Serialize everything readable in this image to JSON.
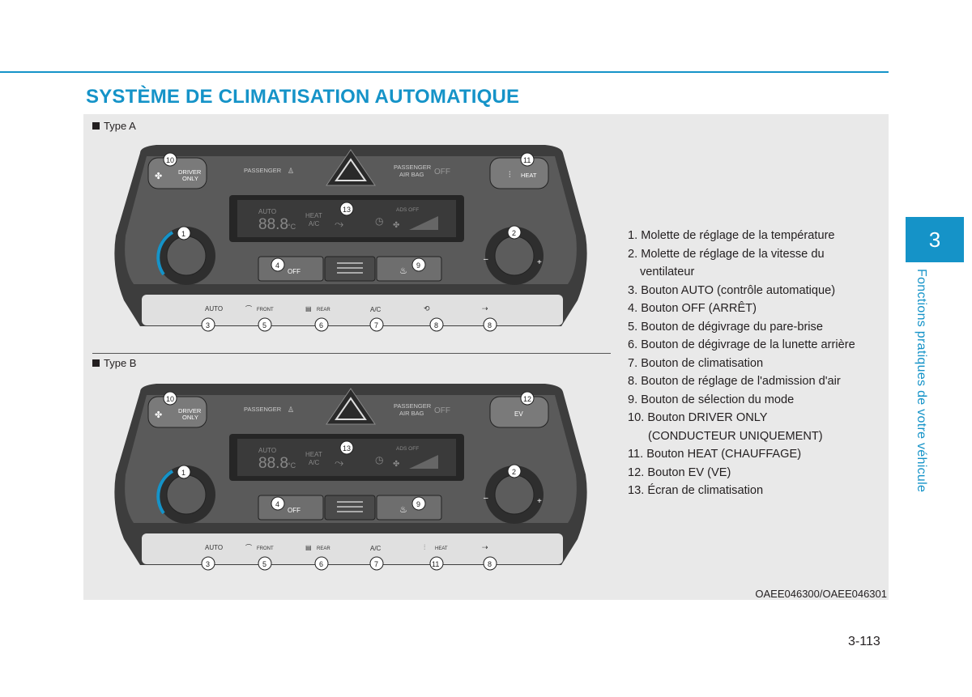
{
  "header": {
    "title": "SYSTÈME DE CLIMATISATION AUTOMATIQUE"
  },
  "figure": {
    "type_a_label": "Type A",
    "type_b_label": "Type B",
    "code": "OAEE046300/OAEE046301",
    "panel_a": {
      "passenger": "PASSENGER",
      "airbag_line1": "PASSENGER",
      "airbag_line2": "AIR BAG",
      "airbag_off": "OFF",
      "driver_line1": "DRIVER",
      "driver_line2": "ONLY",
      "top_right_button": "HEAT",
      "display_auto": "AUTO",
      "display_temp": "88.8",
      "display_unit": "°C",
      "display_heat": "HEAT",
      "display_ac": "A/C",
      "display_ads": "ADS OFF",
      "off_label": "OFF",
      "bottom_buttons": [
        "AUTO",
        "FRONT",
        "REAR",
        "A/C",
        "",
        ""
      ],
      "callouts": {
        "c1": "1",
        "c2": "2",
        "c4": "4",
        "c9": "9",
        "c10": "10",
        "c11": "11",
        "c13": "13",
        "bottom": [
          "3",
          "5",
          "6",
          "7",
          "8",
          "8"
        ]
      }
    },
    "panel_b": {
      "passenger": "PASSENGER",
      "airbag_line1": "PASSENGER",
      "airbag_line2": "AIR BAG",
      "airbag_off": "OFF",
      "driver_line1": "DRIVER",
      "driver_line2": "ONLY",
      "top_right_button": "EV",
      "display_auto": "AUTO",
      "display_temp": "88.8",
      "display_unit": "°C",
      "display_heat": "HEAT",
      "display_ac": "A/C",
      "display_ads": "ADS OFF",
      "off_label": "OFF",
      "bottom_buttons": [
        "AUTO",
        "FRONT",
        "REAR",
        "A/C",
        "HEAT",
        ""
      ],
      "callouts": {
        "c1": "1",
        "c2": "2",
        "c4": "4",
        "c9": "9",
        "c10": "10",
        "c11": "12",
        "c13": "13",
        "bottom": [
          "3",
          "5",
          "6",
          "7",
          "11",
          "8"
        ]
      }
    },
    "legend": [
      {
        "line1": "1. Molette de réglage de la température",
        "line2": ""
      },
      {
        "line1": "2. Molette de réglage de la vitesse du",
        "line2": "ventilateur"
      },
      {
        "line1": "3. Bouton AUTO (contrôle automatique)",
        "line2": ""
      },
      {
        "line1": "4. Bouton OFF (ARRÊT)",
        "line2": ""
      },
      {
        "line1": "5. Bouton de dégivrage du pare-brise",
        "line2": ""
      },
      {
        "line1": "6. Bouton de dégivrage de la lunette arrière",
        "line2": ""
      },
      {
        "line1": "7. Bouton de climatisation",
        "line2": ""
      },
      {
        "line1": "8. Bouton de réglage de l'admission d'air",
        "line2": ""
      },
      {
        "line1": "9. Bouton de sélection du mode",
        "line2": ""
      },
      {
        "line1": "10. Bouton DRIVER ONLY",
        "line2": "(CONDUCTEUR UNIQUEMENT)"
      },
      {
        "line1": "11. Bouton HEAT (CHAUFFAGE)",
        "line2": ""
      },
      {
        "line1": "12. Bouton EV (VE)",
        "line2": ""
      },
      {
        "line1": "13. Écran de climatisation",
        "line2": ""
      }
    ]
  },
  "sidebar": {
    "chapter": "3",
    "chapter_title": "Fonctions pratiques de votre véhicule"
  },
  "footer": {
    "page_number": "3-113"
  },
  "colors": {
    "accent": "#1593c8",
    "panel_dark": "#4a4a4a",
    "figure_bg": "#e9e9e9"
  }
}
